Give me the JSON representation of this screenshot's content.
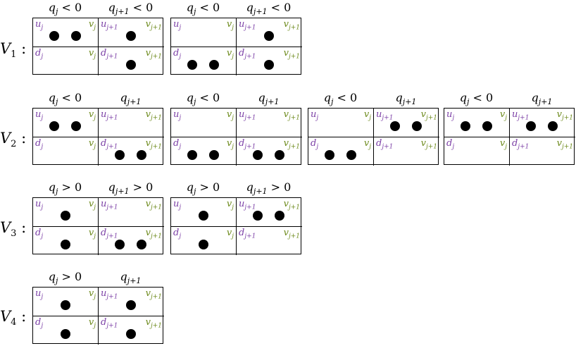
{
  "rows": [
    {
      "label": "V",
      "label_sub": "1",
      "label_suffix": " :",
      "boxes": [
        {
          "headers": [
            {
              "sym": "q",
              "sub": "j",
              "op": " < 0"
            },
            {
              "sym": "q",
              "sub": "j+1",
              "op": " < 0"
            }
          ],
          "cells": [
            {
              "left": "u",
              "left_sub": "j",
              "right": "v",
              "right_sub": "j",
              "dots": 2
            },
            {
              "left": "u",
              "left_sub": "j+1",
              "right": "v",
              "right_sub": "j+1",
              "dots": 1
            },
            {
              "left": "d",
              "left_sub": "j",
              "right": "v",
              "right_sub": "j",
              "dots": 0
            },
            {
              "left": "d",
              "left_sub": "j+1",
              "right": "v",
              "right_sub": "j+1",
              "dots": 1
            }
          ]
        },
        {
          "headers": [
            {
              "sym": "q",
              "sub": "j",
              "op": " < 0"
            },
            {
              "sym": "q",
              "sub": "j+1",
              "op": " < 0"
            }
          ],
          "cells": [
            {
              "left": "u",
              "left_sub": "j",
              "right": "v",
              "right_sub": "j",
              "dots": 0
            },
            {
              "left": "u",
              "left_sub": "j+1",
              "right": "v",
              "right_sub": "j+1",
              "dots": 1
            },
            {
              "left": "d",
              "left_sub": "j",
              "right": "v",
              "right_sub": "j",
              "dots": 2
            },
            {
              "left": "d",
              "left_sub": "j+1",
              "right": "v",
              "right_sub": "j+1",
              "dots": 1
            }
          ]
        }
      ]
    },
    {
      "label": "V",
      "label_sub": "2",
      "label_suffix": " :",
      "boxes": [
        {
          "headers": [
            {
              "sym": "q",
              "sub": "j",
              "op": " < 0"
            },
            {
              "sym": "q",
              "sub": "j+1",
              "op": ""
            }
          ],
          "cells": [
            {
              "left": "u",
              "left_sub": "j",
              "right": "v",
              "right_sub": "j",
              "dots": 2
            },
            {
              "left": "u",
              "left_sub": "j+1",
              "right": "v",
              "right_sub": "j+1",
              "dots": 0
            },
            {
              "left": "d",
              "left_sub": "j",
              "right": "v",
              "right_sub": "j",
              "dots": 0
            },
            {
              "left": "d",
              "left_sub": "j+1",
              "right": "v",
              "right_sub": "j+1",
              "dots": 2
            }
          ]
        },
        {
          "headers": [
            {
              "sym": "q",
              "sub": "j",
              "op": " < 0"
            },
            {
              "sym": "q",
              "sub": "j+1",
              "op": ""
            }
          ],
          "cells": [
            {
              "left": "u",
              "left_sub": "j",
              "right": "v",
              "right_sub": "j",
              "dots": 0
            },
            {
              "left": "u",
              "left_sub": "j+1",
              "right": "v",
              "right_sub": "j+1",
              "dots": 0
            },
            {
              "left": "d",
              "left_sub": "j",
              "right": "v",
              "right_sub": "j",
              "dots": 2
            },
            {
              "left": "d",
              "left_sub": "j+1",
              "right": "v",
              "right_sub": "j+1",
              "dots": 2
            }
          ]
        },
        {
          "headers": [
            {
              "sym": "q",
              "sub": "j",
              "op": " < 0"
            },
            {
              "sym": "q",
              "sub": "j+1",
              "op": ""
            }
          ],
          "cells": [
            {
              "left": "u",
              "left_sub": "j",
              "right": "v",
              "right_sub": "j",
              "dots": 0
            },
            {
              "left": "u",
              "left_sub": "j+1",
              "right": "v",
              "right_sub": "j+1",
              "dots": 2
            },
            {
              "left": "d",
              "left_sub": "j",
              "right": "v",
              "right_sub": "j",
              "dots": 2
            },
            {
              "left": "d",
              "left_sub": "j+1",
              "right": "v",
              "right_sub": "j+1",
              "dots": 0
            }
          ]
        },
        {
          "headers": [
            {
              "sym": "q",
              "sub": "j",
              "op": " < 0"
            },
            {
              "sym": "q",
              "sub": "j+1",
              "op": ""
            }
          ],
          "cells": [
            {
              "left": "u",
              "left_sub": "j",
              "right": "v",
              "right_sub": "j",
              "dots": 2
            },
            {
              "left": "u",
              "left_sub": "j+1",
              "right": "v",
              "right_sub": "j+1",
              "dots": 2
            },
            {
              "left": "d",
              "left_sub": "j",
              "right": "v",
              "right_sub": "j",
              "dots": 0
            },
            {
              "left": "d",
              "left_sub": "j+1",
              "right": "v",
              "right_sub": "j+1",
              "dots": 0
            }
          ]
        }
      ]
    },
    {
      "label": "V",
      "label_sub": "3",
      "label_suffix": " :",
      "boxes": [
        {
          "headers": [
            {
              "sym": "q",
              "sub": "j",
              "op": " > 0"
            },
            {
              "sym": "q",
              "sub": "j+1",
              "op": " > 0"
            }
          ],
          "cells": [
            {
              "left": "u",
              "left_sub": "j",
              "right": "v",
              "right_sub": "j",
              "dots": 1
            },
            {
              "left": "u",
              "left_sub": "j+1",
              "right": "v",
              "right_sub": "j+1",
              "dots": 0
            },
            {
              "left": "d",
              "left_sub": "j",
              "right": "v",
              "right_sub": "j",
              "dots": 1
            },
            {
              "left": "d",
              "left_sub": "j+1",
              "right": "v",
              "right_sub": "j+1",
              "dots": 2
            }
          ]
        },
        {
          "headers": [
            {
              "sym": "q",
              "sub": "j",
              "op": " > 0"
            },
            {
              "sym": "q",
              "sub": "j+1",
              "op": " > 0"
            }
          ],
          "cells": [
            {
              "left": "u",
              "left_sub": "j",
              "right": "v",
              "right_sub": "j",
              "dots": 1
            },
            {
              "left": "u",
              "left_sub": "j+1",
              "right": "v",
              "right_sub": "j+1",
              "dots": 2
            },
            {
              "left": "d",
              "left_sub": "j",
              "right": "v",
              "right_sub": "j",
              "dots": 1
            },
            {
              "left": "d",
              "left_sub": "j+1",
              "right": "v",
              "right_sub": "j+1",
              "dots": 0
            }
          ]
        }
      ]
    },
    {
      "label": "V",
      "label_sub": "4",
      "label_suffix": " :",
      "boxes": [
        {
          "headers": [
            {
              "sym": "q",
              "sub": "j",
              "op": " > 0"
            },
            {
              "sym": "q",
              "sub": "j+1",
              "op": ""
            }
          ],
          "cells": [
            {
              "left": "u",
              "left_sub": "j",
              "right": "v",
              "right_sub": "j",
              "dots": 1
            },
            {
              "left": "u",
              "left_sub": "j+1",
              "right": "v",
              "right_sub": "j+1",
              "dots": 1
            },
            {
              "left": "d",
              "left_sub": "j",
              "right": "v",
              "right_sub": "j",
              "dots": 1
            },
            {
              "left": "d",
              "left_sub": "j+1",
              "right": "v",
              "right_sub": "j+1",
              "dots": 1
            }
          ]
        }
      ]
    }
  ]
}
